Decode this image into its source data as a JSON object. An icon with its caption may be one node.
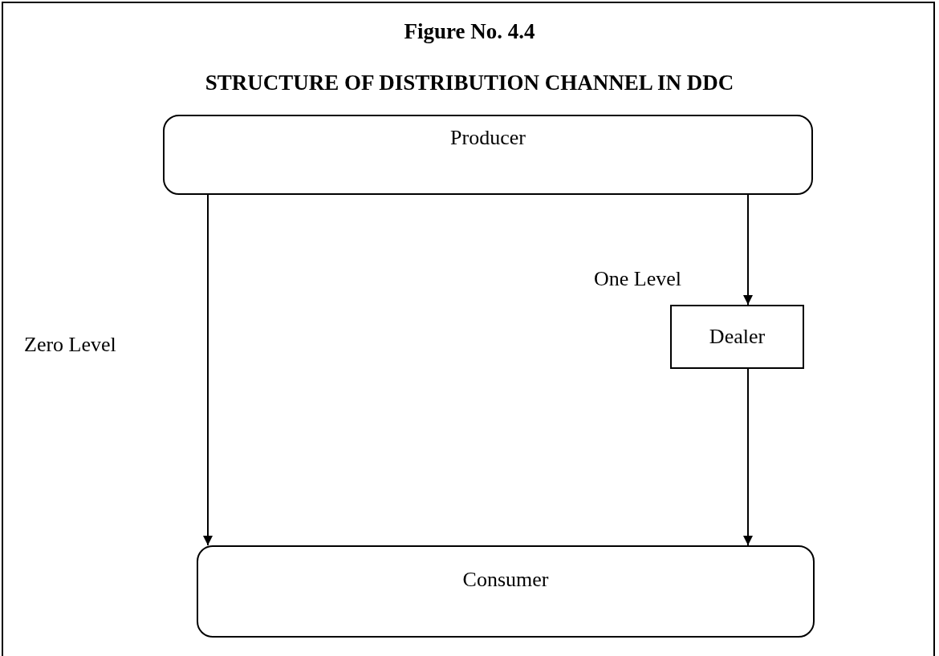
{
  "diagram": {
    "title": "Figure No. 4.4",
    "nodes": [
      {
        "text": [
          "Producer"
        ]
      },
      {
        "text": [
          "Dealer"
        ]
      },
      {
        "text": [
          "Consumer"
        ]
      }
    ],
    "edges": [
      {
        "from": 0,
        "to": 2,
        "arrow": "to",
        "label": "Zero Level"
      },
      {
        "from": 0,
        "to": 1,
        "arrow": "to",
        "label": "One Level"
      },
      {
        "from": 1,
        "to": 2,
        "arrow": "to"
      }
    ],
    "labels": [
      "STRUCTURE OF DISTRIBUTION CHANNEL IN DDC"
    ]
  }
}
